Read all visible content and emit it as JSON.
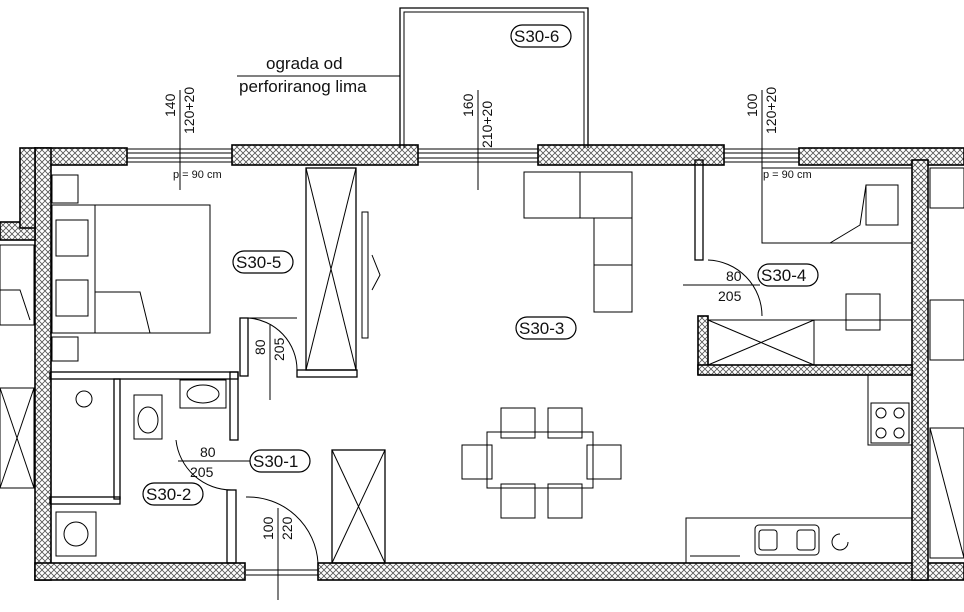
{
  "rooms": {
    "r1": "S30-1",
    "r2": "S30-2",
    "r3": "S30-3",
    "r4": "S30-4",
    "r5": "S30-5",
    "r6": "S30-6"
  },
  "note": {
    "line1": "ograda od",
    "line2": "perforiranog lima"
  },
  "windows": {
    "w1": {
      "width": "140",
      "height": "120+20",
      "note": "p = 90 cm"
    },
    "w2": {
      "width": "160",
      "height": "210+20"
    },
    "w3": {
      "width": "100",
      "height": "120+20",
      "note": "p = 90 cm"
    }
  },
  "doors": {
    "d_bedroom": {
      "width": "80",
      "height": "205"
    },
    "d_hall": {
      "width": "80",
      "height": "205"
    },
    "d_room4": {
      "width": "80",
      "height": "205"
    },
    "d_entry": {
      "width": "100",
      "height": "220"
    }
  }
}
